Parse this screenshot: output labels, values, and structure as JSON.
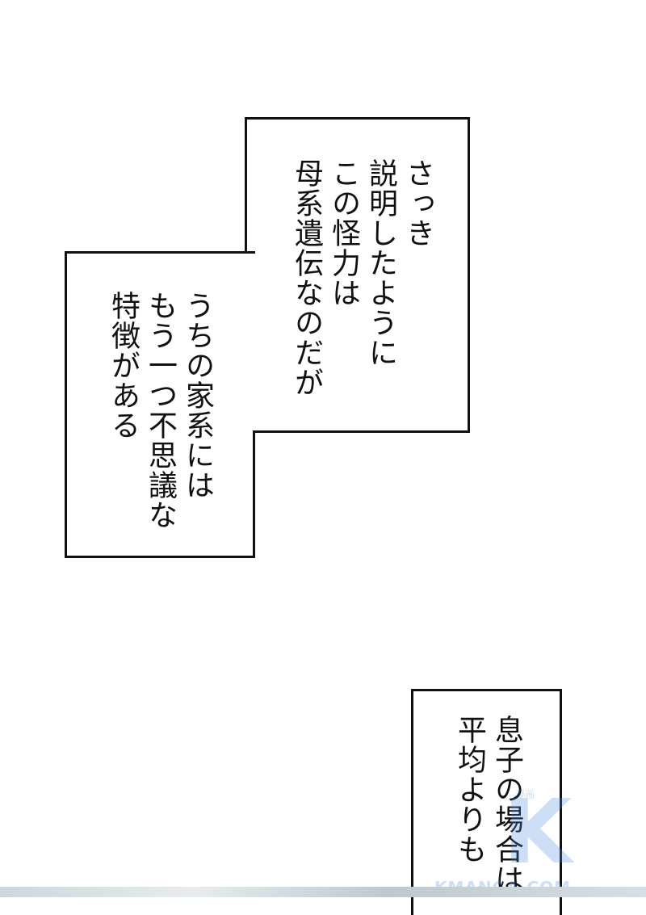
{
  "caption1": {
    "columns_right": "さっき\n説明したように\nこの怪力は\n母系遺伝なのだが",
    "columns_left": "うちの家系には\nもう一つ不思議な\n特徴がある"
  },
  "caption2": {
    "columns": "息子の場合は\n平均よりも…"
  },
  "watermark": {
    "logo_letter": "K",
    "sub_text": "漫画",
    "url": "KMANGA.COM"
  }
}
